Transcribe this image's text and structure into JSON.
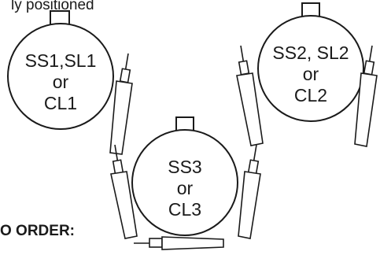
{
  "top_caption_fragment": "ly positioned",
  "bottom_heading_fragment": "O ORDER:",
  "configurations": [
    {
      "id": "left",
      "lines": [
        "SS1,SL1",
        "or",
        "CL1"
      ]
    },
    {
      "id": "right",
      "lines": [
        "SS2, SL2",
        "or",
        "CL2"
      ]
    },
    {
      "id": "bottom",
      "lines": [
        "SS3",
        "or",
        "CL3"
      ]
    }
  ]
}
